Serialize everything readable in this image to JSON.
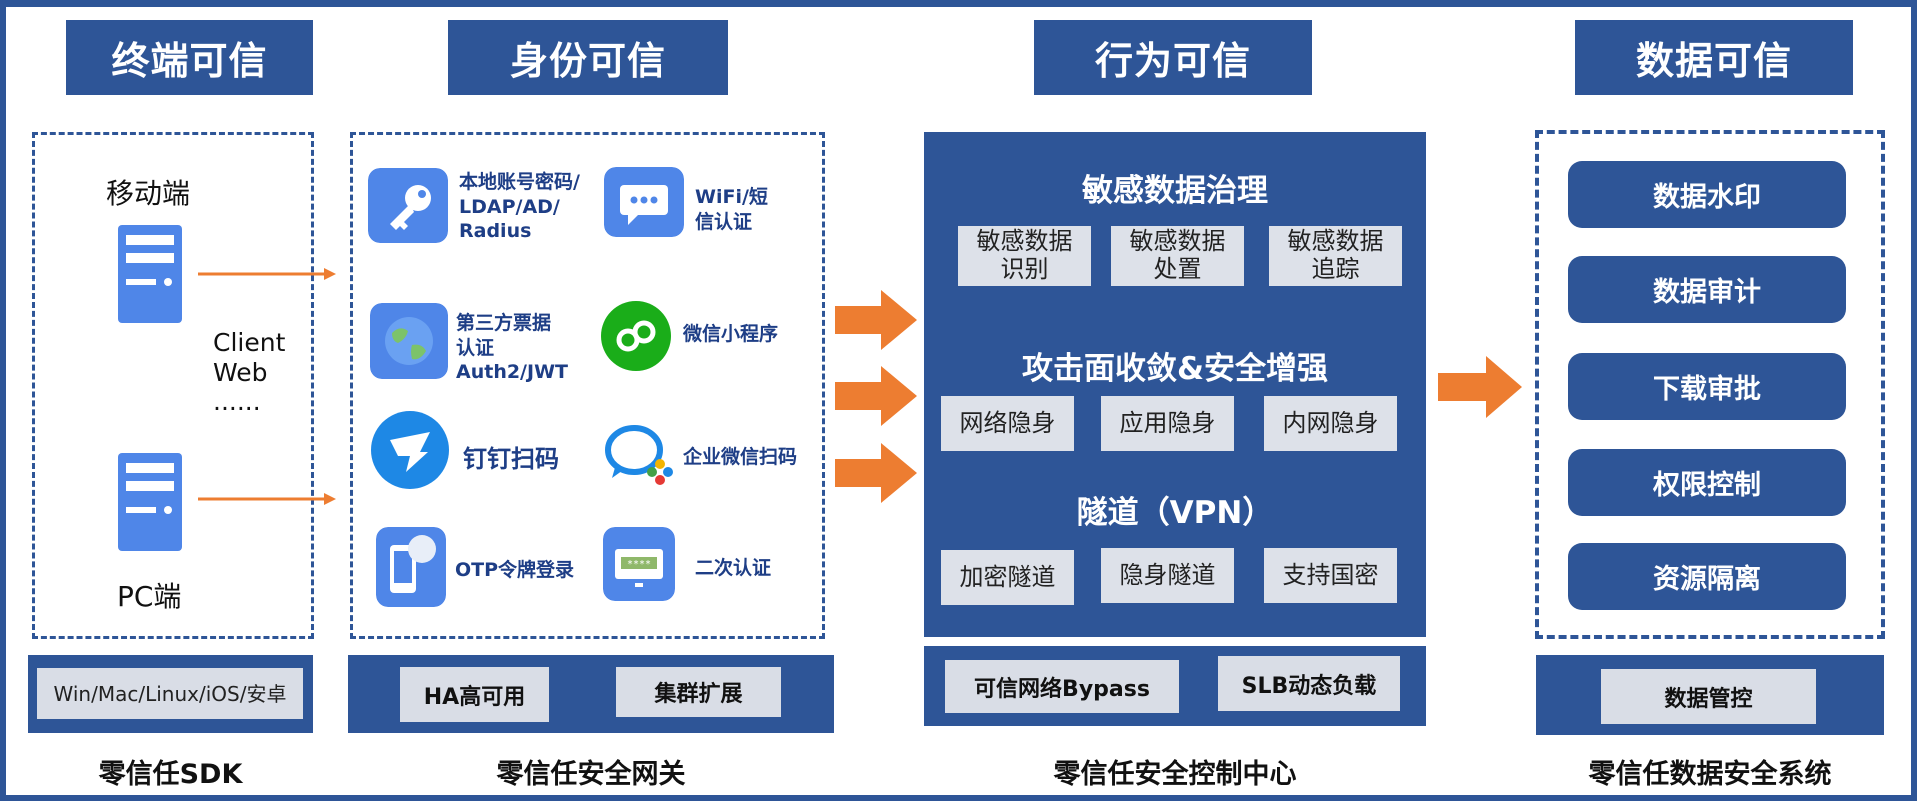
{
  "headers": {
    "terminal": "终端可信",
    "identity": "身份可信",
    "behavior": "行为可信",
    "data": "数据可信"
  },
  "terminal": {
    "mobile_label": "移动端",
    "pc_label": "PC端",
    "clients": [
      "Client",
      "Web",
      "......"
    ],
    "os_label": "Win/Mac/Linux/iOS/安卓",
    "caption": "零信任SDK"
  },
  "identity": {
    "methods": [
      {
        "icon": "key-icon",
        "label": "本地账号密码/\nLDAP/AD/\nRadius"
      },
      {
        "icon": "chat-sms-icon",
        "label": "WiFi/短\n信认证"
      },
      {
        "icon": "globe-icon",
        "label": "第三方票据\n认证\nAuth2/JWT"
      },
      {
        "icon": "wechat-miniprogram-icon",
        "label": "微信小程序"
      },
      {
        "icon": "dingtalk-icon",
        "label": "钉钉扫码"
      },
      {
        "icon": "wecom-icon",
        "label": "企业微信扫码"
      },
      {
        "icon": "otp-phone-icon",
        "label": "OTP令牌登录"
      },
      {
        "icon": "password-screen-icon",
        "label": "二次认证"
      }
    ],
    "bottom_buttons": [
      "HA高可用",
      "集群扩展"
    ],
    "caption": "零信任安全网关"
  },
  "behavior": {
    "sections": [
      {
        "title": "敏感数据治理",
        "items": [
          "敏感数据\n识别",
          "敏感数据\n处置",
          "敏感数据\n追踪"
        ]
      },
      {
        "title": "攻击面收敛&安全增强",
        "items": [
          "网络隐身",
          "应用隐身",
          "内网隐身"
        ]
      },
      {
        "title": "隧道（VPN）",
        "items": [
          "加密隧道",
          "隐身隧道",
          "支持国密"
        ]
      }
    ],
    "bottom_buttons": [
      "可信网络Bypass",
      "SLB动态负载"
    ],
    "caption": "零信任安全控制中心"
  },
  "data": {
    "items": [
      "数据水印",
      "数据审计",
      "下载审批",
      "权限控制",
      "资源隔离"
    ],
    "bottom_button": "数据管控",
    "caption": "零信任数据安全系统"
  },
  "colors": {
    "primary": "#2e5597",
    "arrow": "#ed7d31",
    "light_box": "#d9dde6",
    "icon_blue": "#4f86e8"
  }
}
